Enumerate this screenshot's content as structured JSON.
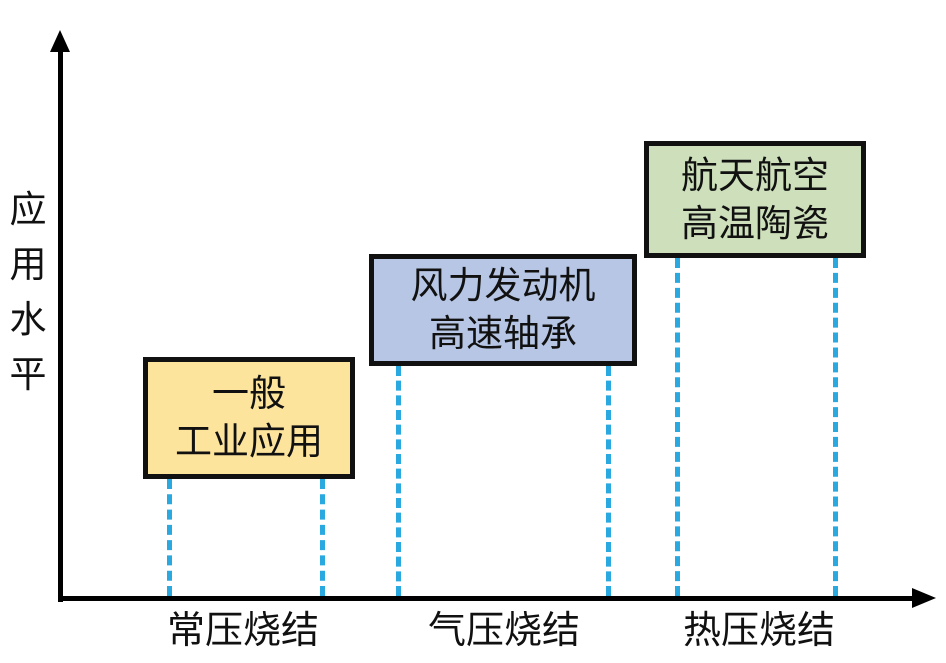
{
  "y_axis_label": [
    "应",
    "用",
    "水",
    "平"
  ],
  "colors": {
    "axis": "#000000",
    "dash": "#29a9e0",
    "box_1_fill": "#fde49d",
    "box_2_fill": "#b6c6e4",
    "box_3_fill": "#cde0bb"
  },
  "stages": [
    {
      "process": "常压烧结",
      "application_lines": [
        "一般",
        "工业应用"
      ]
    },
    {
      "process": "气压烧结",
      "application_lines": [
        "风力发动机",
        "高速轴承"
      ]
    },
    {
      "process": "热压烧结",
      "application_lines": [
        "航天航空",
        "高温陶瓷"
      ]
    }
  ]
}
